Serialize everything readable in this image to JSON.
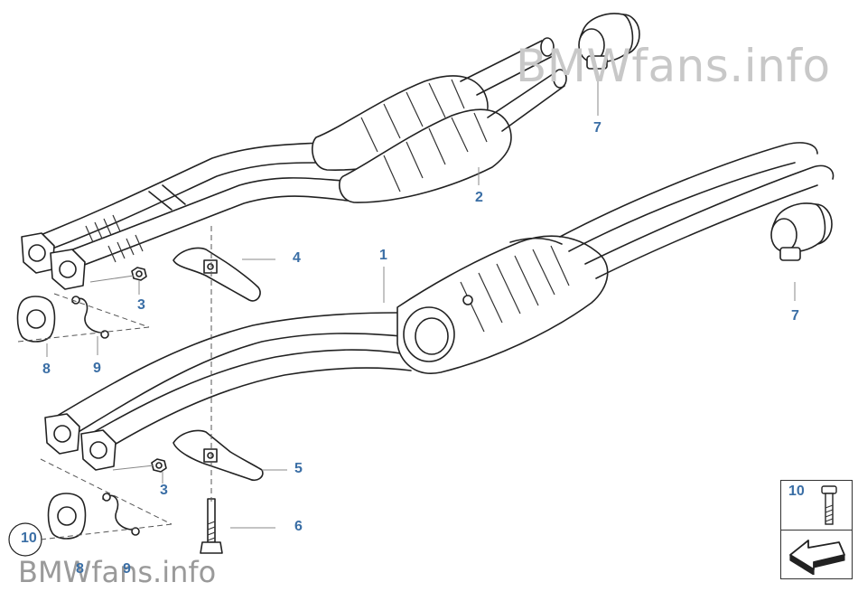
{
  "watermark": {
    "top": "BMWfans.info",
    "bottom": "BMWfans.info"
  },
  "callouts": [
    {
      "id": "1",
      "label": "1"
    },
    {
      "id": "2",
      "label": "2"
    },
    {
      "id": "3a",
      "label": "3"
    },
    {
      "id": "3b",
      "label": "3"
    },
    {
      "id": "4",
      "label": "4"
    },
    {
      "id": "5",
      "label": "5"
    },
    {
      "id": "6",
      "label": "6"
    },
    {
      "id": "7a",
      "label": "7"
    },
    {
      "id": "7b",
      "label": "7"
    },
    {
      "id": "8a",
      "label": "8"
    },
    {
      "id": "8b",
      "label": "8"
    },
    {
      "id": "9a",
      "label": "9"
    },
    {
      "id": "9b",
      "label": "9"
    },
    {
      "id": "10a",
      "label": "10"
    },
    {
      "id": "10b",
      "label": "10"
    }
  ],
  "colors": {
    "callout": "#3a6ea5",
    "line": "#222222",
    "watermark": "#c8c8c8"
  }
}
